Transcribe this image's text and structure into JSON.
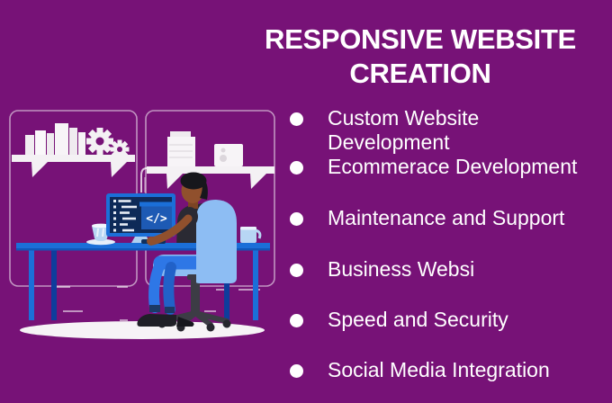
{
  "title": {
    "lines": [
      "RESPONSIVE WEBSITE",
      "CREATION"
    ]
  },
  "services": {
    "items": [
      {
        "label": "Custom Website Development"
      },
      {
        "label": "Ecommerace Development"
      },
      {
        "label": "Maintenance and Support"
      },
      {
        "label": "Business Websi"
      },
      {
        "label": "Speed and Security"
      },
      {
        "label": "Social Media Integration"
      }
    ]
  },
  "illustration": {
    "code_symbol": "</>"
  },
  "colors": {
    "background": "#771277",
    "text": "#ffffff",
    "accent_blue": "#1b6fd8",
    "screen_navy": "#0e2a58",
    "chair_blue": "#8dbdf3",
    "shadow_white": "#f6f3f6"
  }
}
